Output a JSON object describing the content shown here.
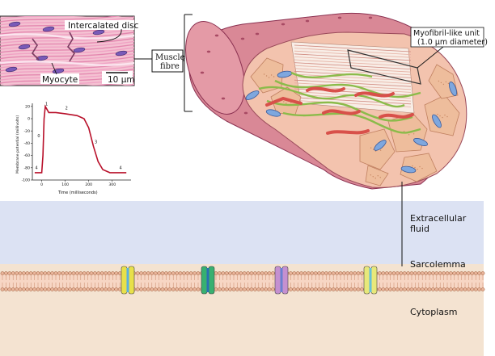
{
  "tissue_inset": {
    "label_intercalated_disc": "Intercalated disc",
    "label_myocyte": "Myocyte",
    "scale_bar": "10 µm"
  },
  "muscle_fibre": {
    "label_line1": "Muscle",
    "label_line2": "fibre",
    "myofibril_label_line1": "Myofibril-like unit",
    "myofibril_label_line2": "(1.0 µm diameter)"
  },
  "action_potential": {
    "ylabel": "Membrane potential (millivolts)",
    "xlabel": "Time (milliseconds)",
    "y_ticks": [
      "20",
      "0",
      "-20",
      "-40",
      "-60",
      "-80",
      "-100"
    ],
    "x_ticks": [
      "0",
      "100",
      "200",
      "300"
    ],
    "phase_labels": [
      "0",
      "1",
      "2",
      "3",
      "4",
      "4"
    ]
  },
  "chart_data": {
    "type": "line",
    "title": "",
    "xlabel": "Time (milliseconds)",
    "ylabel": "Membrane potential (millivolts)",
    "xlim": [
      -40,
      380
    ],
    "ylim": [
      -100,
      25
    ],
    "series": [
      {
        "x": [
          -30,
          0,
          5,
          10,
          15,
          30,
          60,
          100,
          150,
          180,
          200,
          220,
          240,
          260,
          290,
          330,
          360
        ],
        "y": [
          -88,
          -88,
          -60,
          0,
          20,
          10,
          10,
          8,
          5,
          0,
          -15,
          -45,
          -70,
          -83,
          -88,
          -88,
          -88
        ]
      }
    ],
    "grid": false
  },
  "membrane": {
    "extracellular_line1": "Extracellular",
    "extracellular_line2": "fluid",
    "sarcolemma": "Sarcolemma",
    "cytoplasm": "Cytoplasm",
    "channels": [
      {
        "name": "channel-1",
        "color": "#e8e04a",
        "stripe": "#5ab0e0"
      },
      {
        "name": "channel-2",
        "color": "#38b070",
        "stripe": "#2a6fb0"
      },
      {
        "name": "channel-3",
        "color": "#c590d0",
        "stripe": "#6a80d0"
      },
      {
        "name": "channel-4",
        "color": "#e8e87a",
        "stripe": "#68c0d8"
      }
    ]
  },
  "colors": {
    "extracellular": "#dce2f3",
    "cytoplasm": "#f4e3d1",
    "fibre_outer": "#d98896",
    "fibre_inner": "#f0b6a6",
    "myofibril": "#eebd9c",
    "trace": "#b8102a"
  }
}
